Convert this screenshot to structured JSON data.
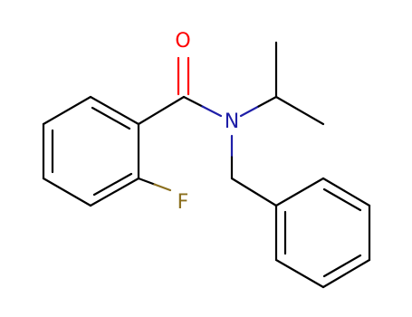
{
  "molecule": {
    "atoms": {
      "oxygen": {
        "label": "O",
        "color": "#ff0000"
      },
      "nitrogen": {
        "label": "N",
        "color": "#1f1fa8"
      },
      "fluorine": {
        "label": "F",
        "color": "#8b6f1e"
      }
    },
    "colors": {
      "bond": "#000000",
      "background": "#ffffff"
    }
  }
}
